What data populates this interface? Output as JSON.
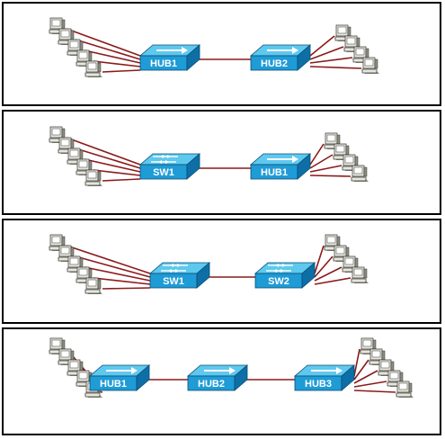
{
  "diagrams": [
    {
      "left_pcs": 5,
      "right_pcs": 4,
      "devices": [
        {
          "kind": "hub",
          "label": "HUB1"
        },
        {
          "kind": "hub",
          "label": "HUB2"
        }
      ]
    },
    {
      "left_pcs": 5,
      "right_pcs": 4,
      "devices": [
        {
          "kind": "switch",
          "label": "SW1"
        },
        {
          "kind": "hub",
          "label": "HUB1"
        }
      ]
    },
    {
      "left_pcs": 5,
      "right_pcs": 4,
      "devices": [
        {
          "kind": "switch",
          "label": "SW1"
        },
        {
          "kind": "switch",
          "label": "SW2"
        }
      ]
    },
    {
      "left_pcs": 5,
      "right_pcs": 5,
      "devices": [
        {
          "kind": "hub",
          "label": "HUB1"
        },
        {
          "kind": "hub",
          "label": "HUB2"
        },
        {
          "kind": "hub",
          "label": "HUB3"
        }
      ]
    }
  ],
  "colors": {
    "cable": "#8b1a1a",
    "device_top": "#5fc8ee",
    "device_front": "#1f9bd6",
    "device_side": "#0d6fa6",
    "pc_body": "#e6e6dc",
    "pc_shadow": "#8c8c80",
    "pc_screen": "#ffffff"
  },
  "icons": {
    "pc": "desktop-computer-icon",
    "hub": "network-hub-icon",
    "switch": "network-switch-icon"
  }
}
